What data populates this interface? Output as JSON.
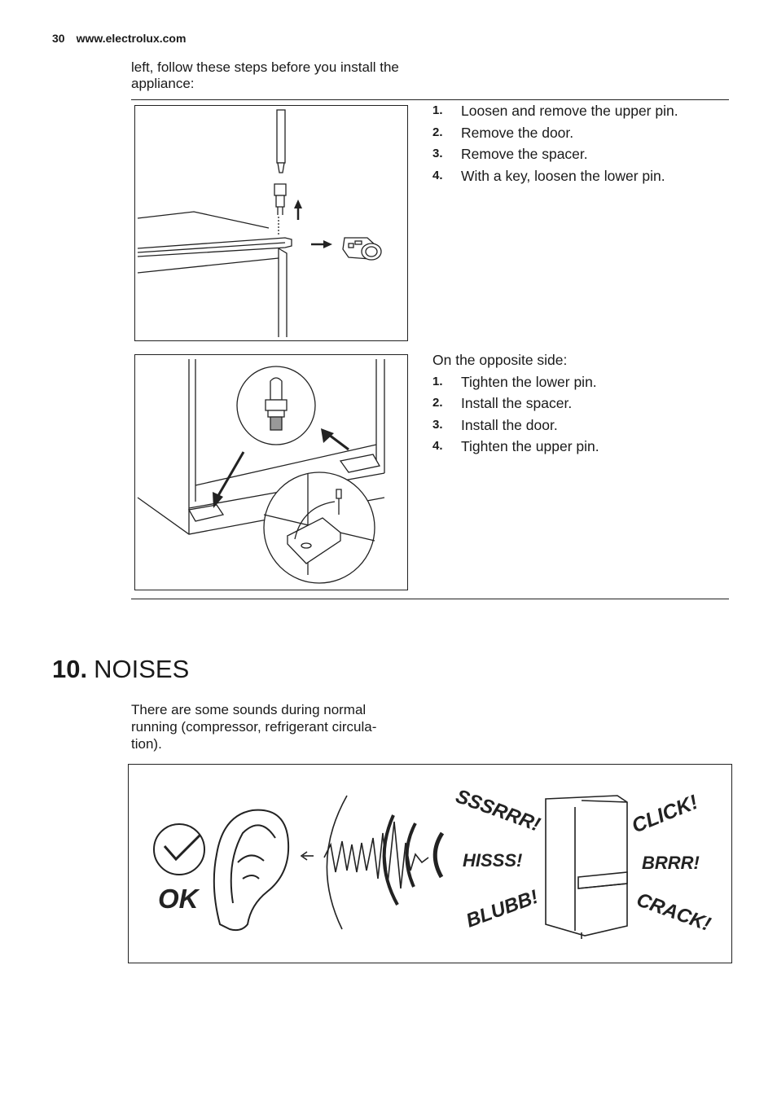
{
  "header": {
    "page_number": "30",
    "site": "www.electrolux.com"
  },
  "intro": {
    "text": "left, follow these steps before you install the appliance:"
  },
  "step_block_1": {
    "steps": [
      {
        "num": "1.",
        "text": "Loosen and remove the upper pin."
      },
      {
        "num": "2.",
        "text": "Remove the door."
      },
      {
        "num": "3.",
        "text": "Remove the spacer."
      },
      {
        "num": "4.",
        "text": "With a key, loosen the lower pin."
      }
    ]
  },
  "step_block_2": {
    "lead": "On the opposite side:",
    "steps": [
      {
        "num": "1.",
        "text": "Tighten the lower pin."
      },
      {
        "num": "2.",
        "text": "Install the spacer."
      },
      {
        "num": "3.",
        "text": "Install the door."
      },
      {
        "num": "4.",
        "text": "Tighten the upper pin."
      }
    ]
  },
  "section": {
    "number": "10.",
    "title": "NOISES"
  },
  "noises": {
    "text": "There are some sounds during normal running (compressor, refrigerant circula- tion).",
    "ok_label": "OK",
    "sounds": {
      "sssrrr": "SSSRRR!",
      "hisss": "HISSS!",
      "blubb": "BLUBB!",
      "click": "CLICK!",
      "brrr": "BRRR!",
      "crack": "CRACK!"
    }
  }
}
